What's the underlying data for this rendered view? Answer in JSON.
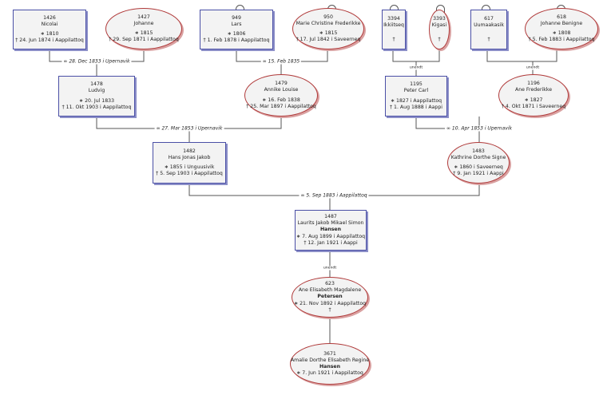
{
  "persons": {
    "p1426": {
      "id": "1426",
      "name": "Nicolai",
      "birth": "∗ 1810",
      "death": "† 24. Jun 1874 i  Aappilattoq"
    },
    "p1427": {
      "id": "1427",
      "name": "Johanne",
      "birth": "∗ 1815",
      "death": "† 29. Sep 1871 i  Aappilattoq"
    },
    "p949": {
      "id": "949",
      "name": "Lars",
      "birth": "∗ 1806",
      "death": "† 1. Feb 1878 i  Aappilattoq"
    },
    "p950": {
      "id": "950",
      "name": "Marie Christine Frederikke",
      "birth": "∗ 1815",
      "death": "† 17. Jul 1842 i  Saveerneq"
    },
    "p3394": {
      "id": "3394",
      "name": "Ikkiitseq",
      "death": "†"
    },
    "p3393": {
      "id": "3393",
      "name": "Kigasi",
      "death": "†"
    },
    "p617": {
      "id": "617",
      "name": "Uumaakasik",
      "death": "†"
    },
    "p618": {
      "id": "618",
      "name": "Johanne Benigne",
      "birth": "∗ 1808",
      "death": "† 5. Feb 1883 i  Aappilattoq"
    },
    "p1478": {
      "id": "1478",
      "name": "Ludvig",
      "birth": "∗ 20. Jul 1833",
      "death": "† 11. Okt 1903 i  Aappilattoq"
    },
    "p1479": {
      "id": "1479",
      "name": "Annike Louise",
      "birth": "∗ 16. Feb 1838",
      "death": "† 25. Mar 1897 i  Aappilattoq"
    },
    "p1195": {
      "id": "1195",
      "name": "Peter Carl",
      "birth": "∗ 1827 i  Aappilattoq",
      "death": "† 1. Aug 1888 i  Aappi"
    },
    "p1196": {
      "id": "1196",
      "name": "Ane Frederikke",
      "birth": "∗ 1827",
      "death": "† 4. Okt 1871 i  Saveerneq"
    },
    "p1482": {
      "id": "1482",
      "name": "Hans Jonas Jakob",
      "birth": "∗ 1855 i  Unguusivik",
      "death": "† 5. Sep 1903 i  Aappilattoq"
    },
    "p1483": {
      "id": "1483",
      "name": "Kathrine Dorthe Signe",
      "birth": "∗ 1860 i  Saveerneq",
      "death": "† 9. Jan 1921 i  Aappi"
    },
    "p1487": {
      "id": "1487",
      "name": "Laurits Jakob Mikael Simon",
      "surname": "Hansen",
      "birth": "∗ 7. Aug 1899 i  Aappilattoq",
      "death": "† 12. Jan 1921 i  Aappi"
    },
    "p623": {
      "id": "623",
      "name": "Ane Elisabeth Magdalene",
      "surname": "Petersen",
      "birth": "∗ 21. Nov 1892 i  Aappilattoq",
      "death": "†"
    },
    "p3671": {
      "id": "3671",
      "name": "Amalie Dorthe Elisabeth Regine",
      "surname": "Hansen",
      "birth": "∗ 7. Jun 1921 i  Aappilattoq"
    }
  },
  "unions": {
    "u1": "∞ 28. Dec 1833 i  Upernavik",
    "u2": "∞ 15. Feb 1835",
    "u3": "unendt",
    "u4": "unendt",
    "u5": "∞ 27. Mar 1853 i  Upernavik",
    "u6": "∞ 10. Apr 1853 i  Upernavik",
    "u7": "∞ 5. Sep 1883 i  Aappilattoq",
    "u8": "unendt"
  },
  "colors": {
    "male_border": "#4a4fa6",
    "female_border": "#b03a3a",
    "node_fill": "#f3f3f3",
    "line": "#555555"
  }
}
